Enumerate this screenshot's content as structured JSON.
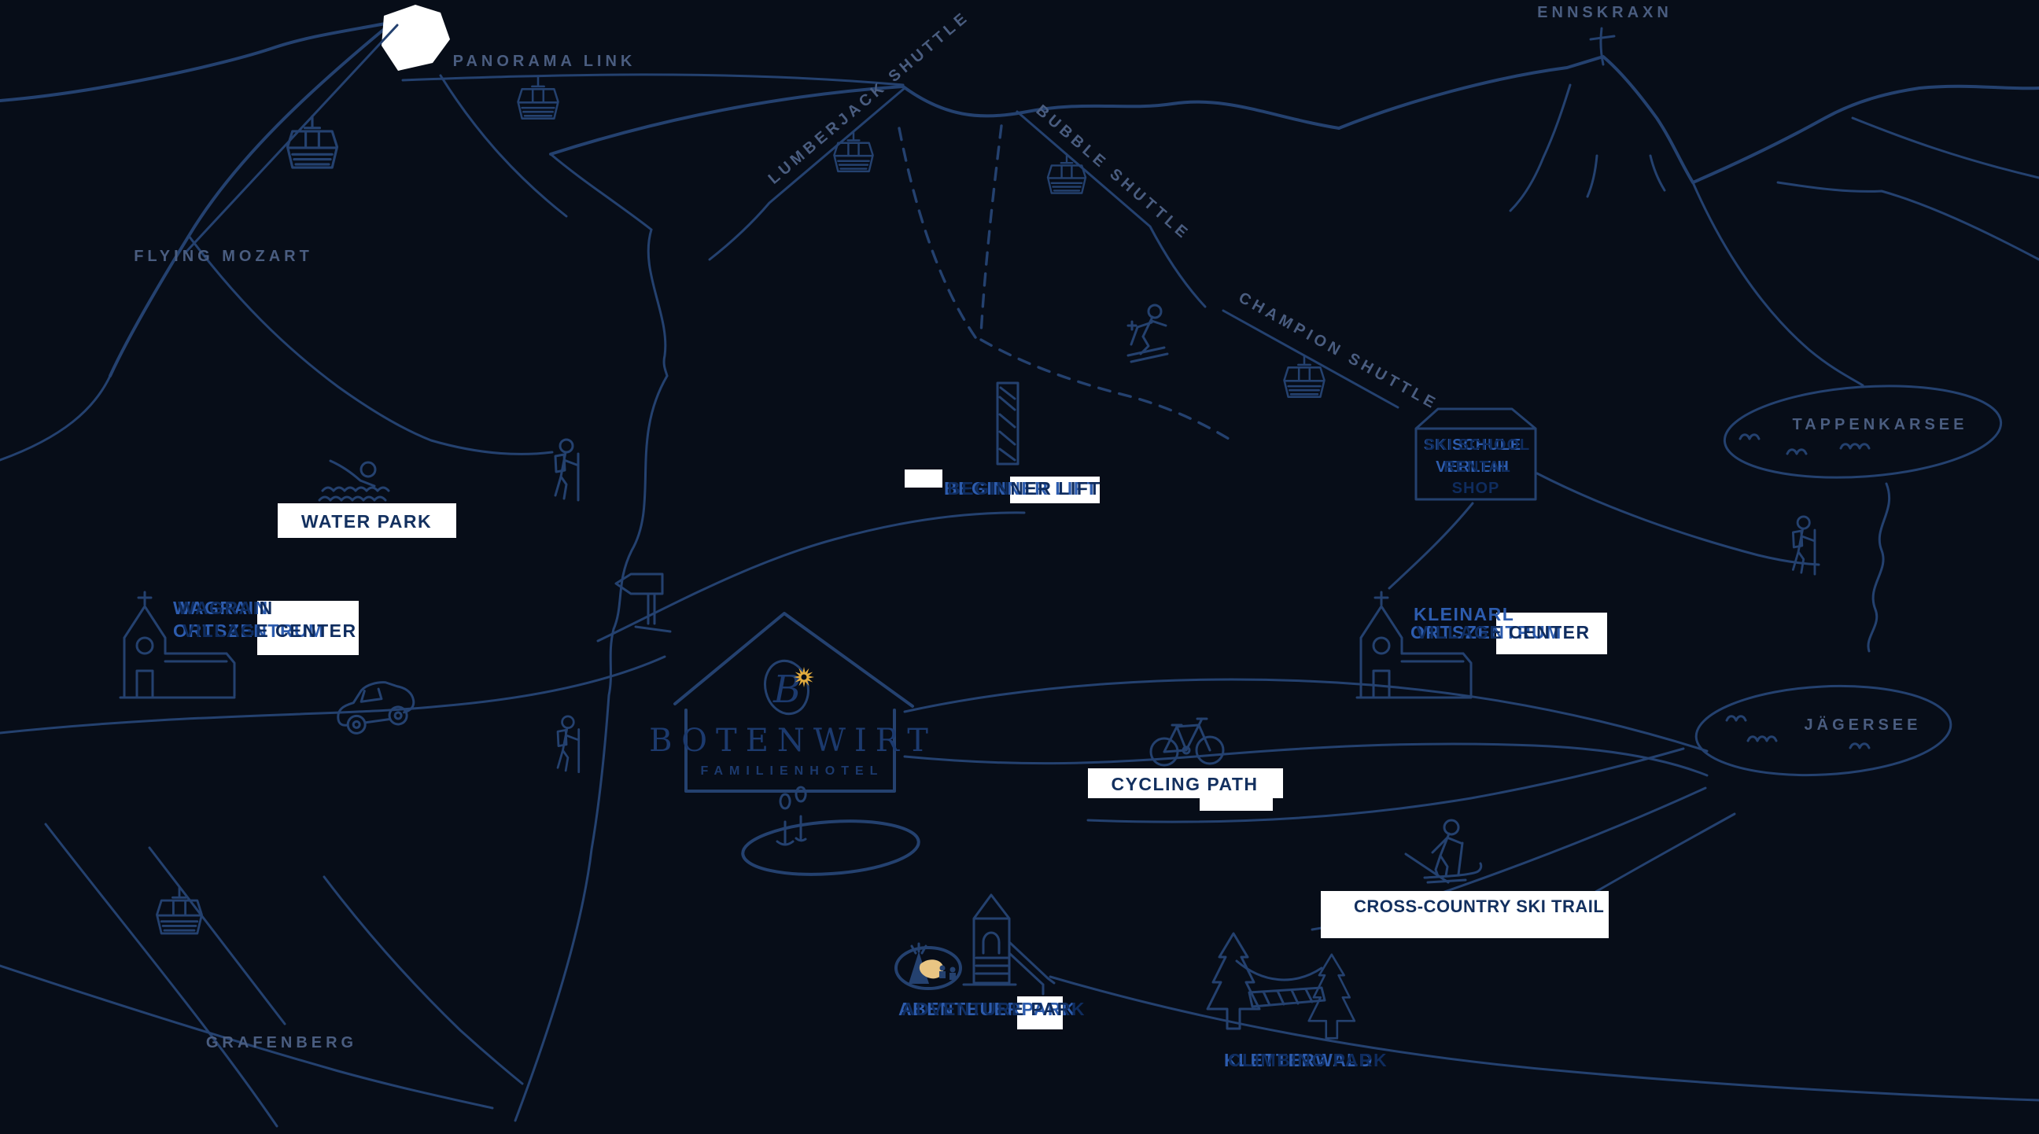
{
  "colors": {
    "bg": "#070d18",
    "line": "#24416f",
    "faint": "#4a5d80",
    "blue": "#2d5cae",
    "navy": "#0f2c5e",
    "boxbg": "#ffffff",
    "boxtext": "#13305f",
    "gold": "#e4ac3e",
    "sand": "#e9c583",
    "brand": "#1c3a6e"
  },
  "peaks": {
    "ennskraxn": "ENNSKRAXN",
    "grafenberg": "GRAFENBERG"
  },
  "lakes": {
    "tappenkarsee": "TAPPENKARSEE",
    "jaegersee": "JÄGERSEE"
  },
  "lifts": {
    "panorama_link": "PANORAMA LINK",
    "flying_mozart": "FLYING MOZART",
    "lumberjack_shuttle": "LUMBERJACK SHUTTLE",
    "bubble_shuttle": "BUBBLE SHUTTLE",
    "champion_shuttle": "CHAMPION SHUTTLE",
    "beginner_lift": "BEGINNER LIFT"
  },
  "villages": {
    "wagrain": {
      "name": "WAGRAIN",
      "district_de": "ORTSZENTRUM",
      "district_en": "VILLAGE CENTER"
    },
    "kleinarl": {
      "name": "KLEINARL",
      "district_de": "ORTSZENTRUM",
      "district_en": "VILLAGE CENTER"
    }
  },
  "hotel": {
    "name": "BOTENWIRT",
    "subtitle": "FAMILIENHOTEL",
    "monogram": "B"
  },
  "pois": {
    "water_park": "WATER PARK",
    "cycling_path": "CYCLING PATH",
    "cross_country_ski_trail": "CROSS-COUNTRY SKI TRAIL",
    "adventure_park": {
      "de": "ABENTEUERPARK",
      "en": "ADVENTURE PARK"
    },
    "climbing_park": {
      "de": "KLETTERWALD",
      "en": "CLIMBING PARK"
    },
    "ski_school": {
      "line1_de": "SKISCHULE",
      "line1_en": "SKI SCHOOL",
      "line2_de": "VERLEIH",
      "line2_en": "RENTAL",
      "line3": "SHOP"
    }
  }
}
